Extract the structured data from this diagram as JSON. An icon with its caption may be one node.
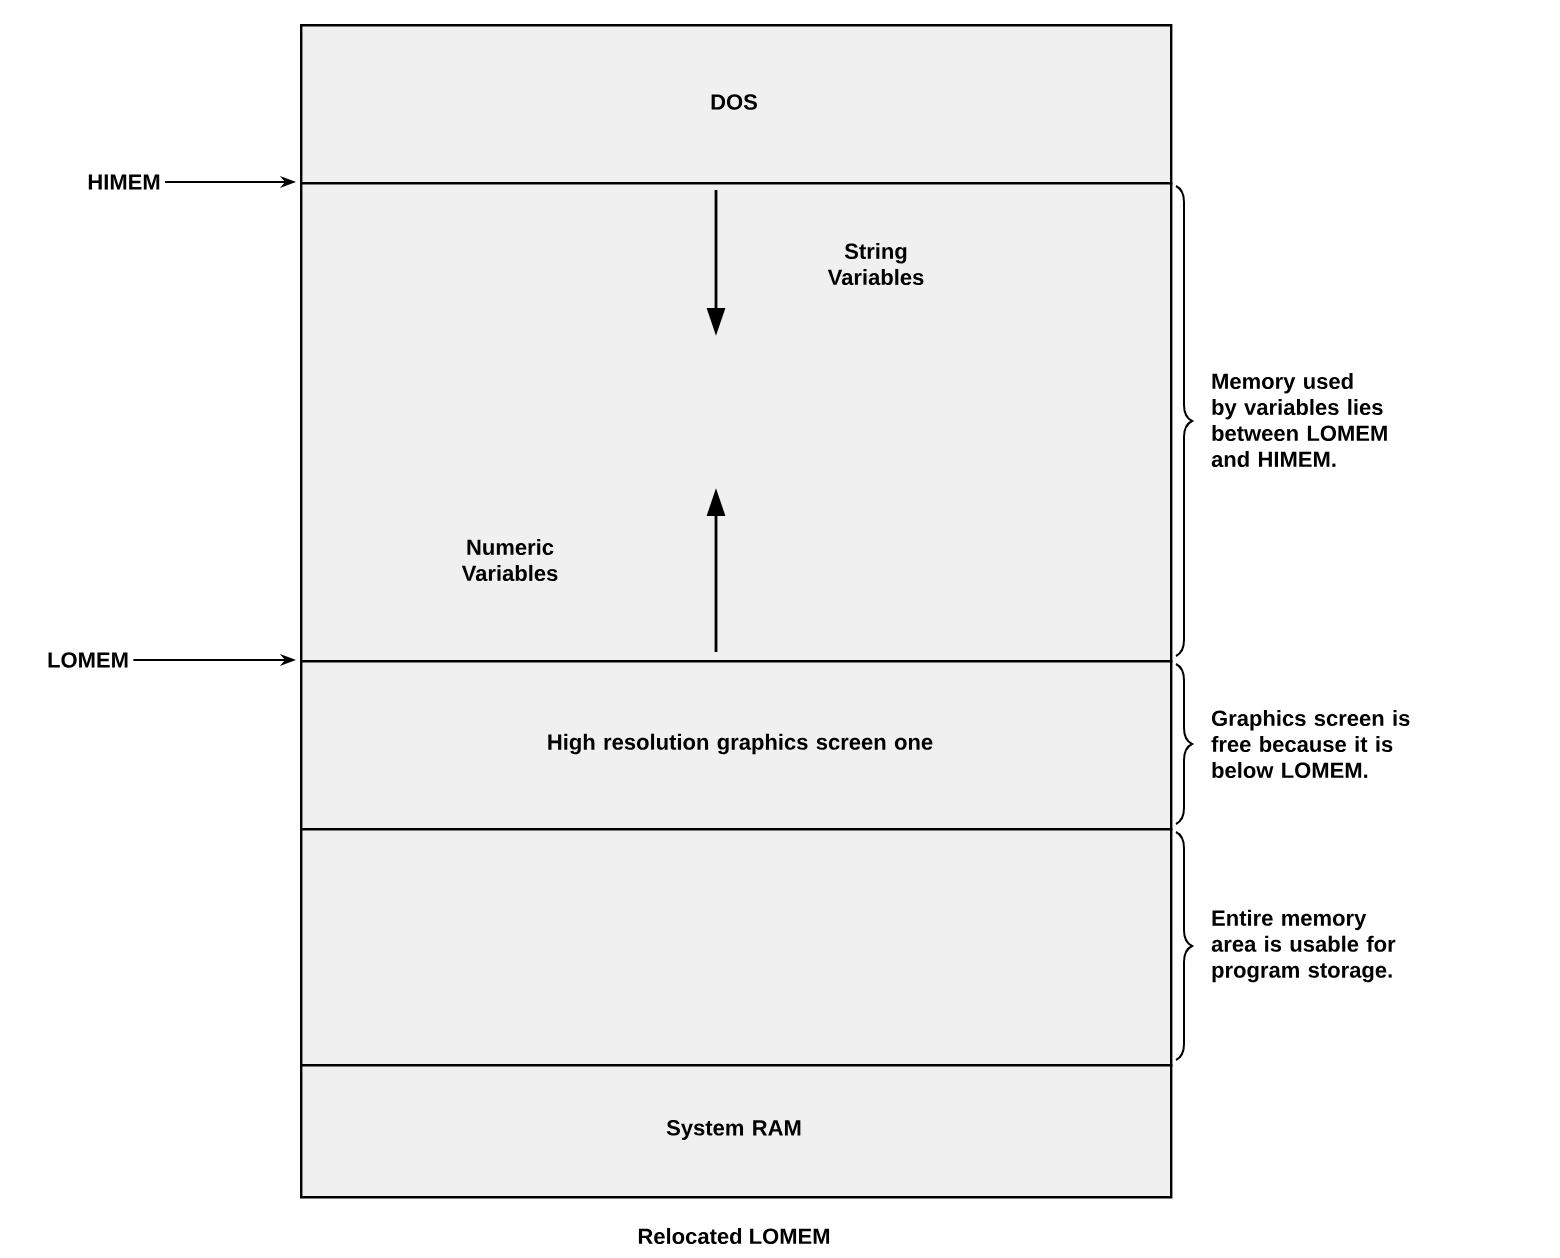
{
  "diagram": {
    "caption": "Relocated LOMEM",
    "nodes": [
      {
        "text": [
          "DOS"
        ]
      },
      {
        "text": [
          "String Variables",
          "Numeric Variables"
        ],
        "beside": [
          "Memory used by variables lies between LOMEM and HIMEM."
        ]
      },
      {
        "text": [
          "High resolution graphics screen one"
        ],
        "beside": [
          "Graphics screen is free because it is below LOMEM."
        ]
      },
      {
        "text": [],
        "shape": "box",
        "beside": [
          "Entire memory area is usable for program storage."
        ]
      },
      {
        "text": [
          "System RAM"
        ]
      },
      {
        "text": [
          "HIMEM"
        ]
      },
      {
        "text": [
          "LOMEM"
        ]
      }
    ],
    "edges": [
      {
        "from": 5,
        "to": 1,
        "arrow": "to"
      },
      {
        "from": 6,
        "to": 2,
        "arrow": "to"
      }
    ]
  }
}
